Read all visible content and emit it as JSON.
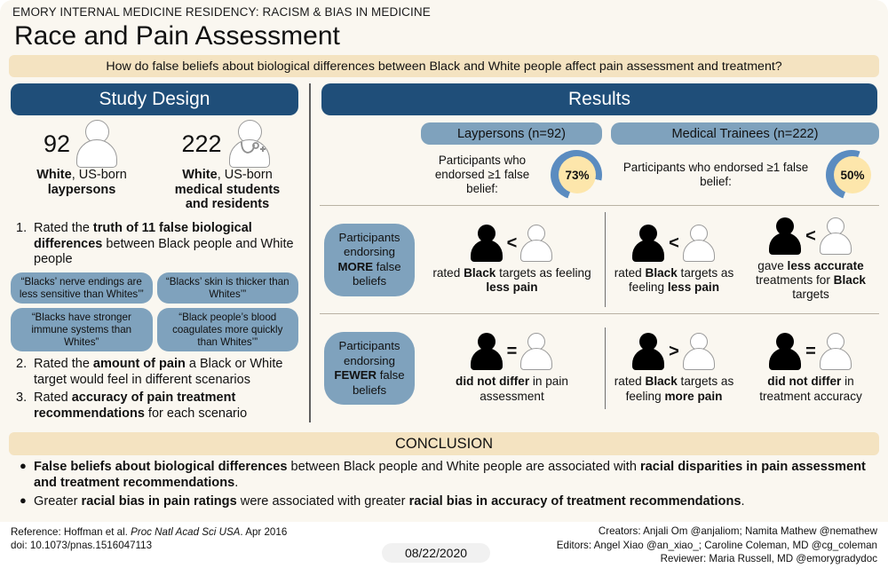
{
  "header": {
    "kicker": "EMORY INTERNAL MEDICINE RESIDENCY: RACISM & BIAS IN MEDICINE",
    "title": "Race and Pain Assessment",
    "question": "How do false beliefs about biological differences between Black and White people affect pain assessment and treatment?"
  },
  "study_design": {
    "section_title": "Study Design",
    "cohorts": [
      {
        "n": "92",
        "icon": "person-icon",
        "line1_bold": "White",
        "line1_rest": ", US-born",
        "line2": "laypersons",
        "line3": ""
      },
      {
        "n": "222",
        "icon": "doctor-icon",
        "line1_bold": "White",
        "line1_rest": ", US-born",
        "line2": "medical students",
        "line3": "and residents"
      }
    ],
    "steps": [
      {
        "num": "1.",
        "text_html": "Rated the <b>truth of 11 false biological differences</b> between Black people and White people"
      },
      {
        "num": "2.",
        "text_html": "Rated the <b>amount of pain</b> a Black or White target would feel in different scenarios"
      },
      {
        "num": "3.",
        "text_html": "Rated <b>accuracy of pain treatment recommendations</b> for each scenario"
      }
    ],
    "beliefs": [
      "“Blacks’ nerve endings are less sensitive than Whites’”",
      "“Blacks’ skin is thicker than Whites’”",
      "“Blacks have stronger immune systems than Whites”",
      "“Black people’s blood coagulates more quickly than Whites’”"
    ]
  },
  "results": {
    "section_title": "Results",
    "columns": [
      {
        "label": "Laypersons (n=92)"
      },
      {
        "label": "Medical Trainees (n=222)"
      }
    ],
    "endorsement": [
      {
        "text": "Participants who endorsed ≥1 false belief:",
        "value": "73%",
        "percent": 73
      },
      {
        "text": "Participants who endorsed ≥1 false belief:",
        "value": "50%",
        "percent": 50
      }
    ],
    "rows": [
      {
        "pill_html": "Participants endorsing <b>MORE</b> false beliefs",
        "cells": [
          {
            "operator": "<",
            "text_html": "rated <b>Black</b> targets as feeling <b>less pain</b>"
          },
          {
            "operator": "<",
            "text_html": "rated <b>Black</b> targets as feeling <b>less pain</b>"
          },
          {
            "operator": "<",
            "text_html": "gave <b>less accurate</b> treatments for <b>Black</b> targets"
          }
        ]
      },
      {
        "pill_html": "Participants endorsing <b>FEWER</b> false beliefs",
        "cells": [
          {
            "operator": "=",
            "text_html": "<b>did not differ</b> in pain assessment"
          },
          {
            "operator": ">",
            "text_html": "rated <b>Black</b> targets as feeling <b>more pain</b>"
          },
          {
            "operator": "=",
            "text_html": "<b>did not differ</b> in treatment accuracy"
          }
        ]
      }
    ]
  },
  "conclusion": {
    "title": "CONCLUSION",
    "bullets": [
      "<b>False beliefs about biological differences</b> between Black people and White people are associated with <b>racial disparities in pain assessment and treatment recommendations</b>.",
      "Greater <b>racial bias in pain ratings</b> were associated with greater <b>racial bias in accuracy of treatment recommendations</b>."
    ]
  },
  "footer": {
    "reference_line1_pre": "Reference: Hoffman et al. ",
    "reference_line1_italic": "Proc Natl Acad Sci USA",
    "reference_line1_post": ". Apr 2016",
    "reference_line2": "doi: 10.1073/pnas.1516047113",
    "credits": [
      "Creators: Anjali Om @anjaliom; Namita Mathew @nemathew",
      "Editors: Angel Xiao @an_xiao_; Caroline Coleman, MD @cg_coleman",
      "Reviewer: Maria Russell, MD @emorygradydoc"
    ],
    "date": "08/22/2020"
  },
  "colors": {
    "navy": "#1f4e79",
    "steel_blue": "#7fa2bd",
    "cream": "#faf7f0",
    "tan": "#f4e3c1",
    "donut_ring": "#5b8cc0",
    "donut_fill": "#fde6ab"
  }
}
